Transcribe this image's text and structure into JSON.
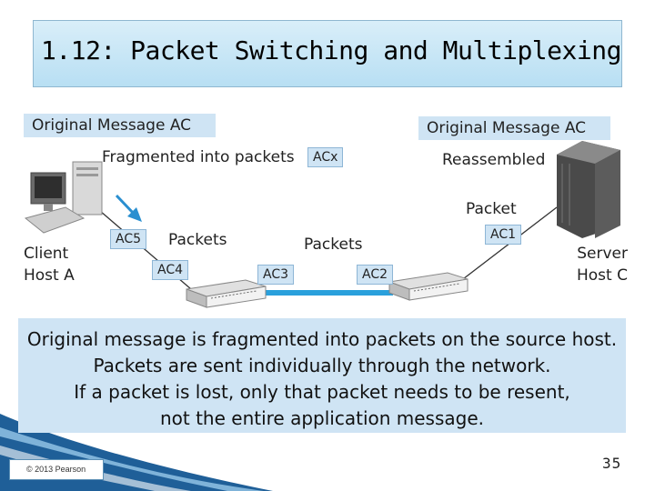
{
  "title": "1.12: Packet Switching and Multiplexing",
  "diagram": {
    "original_left": "Original Message AC",
    "original_right": "Original Message AC",
    "fragmented": "Fragmented into packets",
    "acx": "ACx",
    "reassembled": "Reassembled",
    "packet": "Packet",
    "packets_left": "Packets",
    "packets_mid": "Packets",
    "ac5": "AC5",
    "ac4": "AC4",
    "ac3": "AC3",
    "ac2": "AC2",
    "ac1": "AC1",
    "client_line1": "Client",
    "client_line2": "Host A",
    "server_line1": "Server",
    "server_line2": "Host C"
  },
  "caption": {
    "line1": "Original message is fragmented into packets on the source host.",
    "line2": "Packets are sent individually through the network.",
    "line3": "If a packet is lost, only that packet needs to be resent,",
    "line4": "not the entire application message."
  },
  "footer": {
    "copyright": "© 2013 Pearson",
    "page_number": "35"
  },
  "colors": {
    "accent_light": "#cfe4f4",
    "link_blue": "#2aa0dc",
    "arrow_blue": "#2a8fd0"
  },
  "icons": [
    "desktop-computer-icon",
    "server-tower-icon",
    "network-switch-icon"
  ]
}
